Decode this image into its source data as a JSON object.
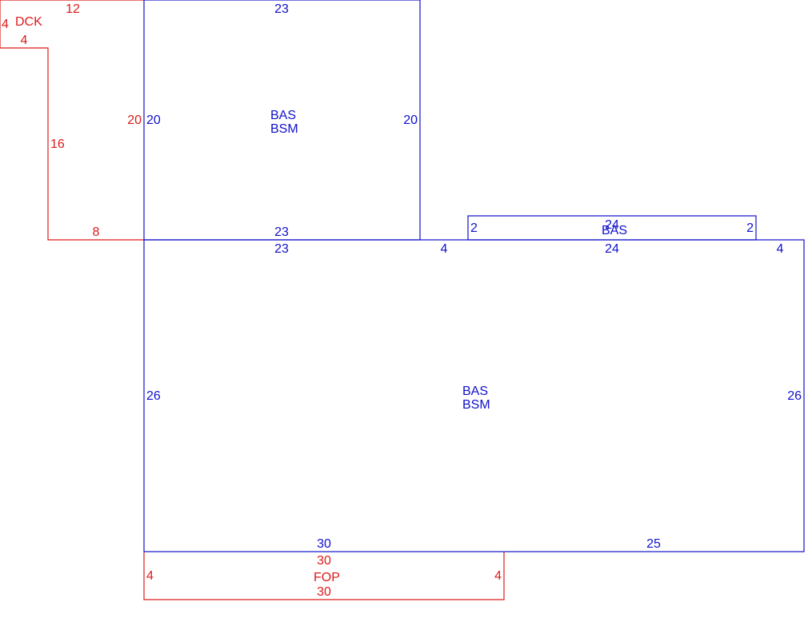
{
  "colors": {
    "living": "#1010cc",
    "outdoor": "#dd1a1a"
  },
  "areas": {
    "upper_left": {
      "line1": "BAS",
      "line2": "BSM"
    },
    "bump_out": {
      "label": "BAS"
    },
    "main": {
      "line1": "BAS",
      "line2": "BSM"
    },
    "deck": {
      "label": "DCK"
    },
    "porch": {
      "label": "FOP"
    }
  },
  "dimensions": {
    "upper_left_top": "23",
    "upper_left_left": "20",
    "upper_left_right": "20",
    "upper_left_bottom": "23",
    "bump_top": "24",
    "bump_left": "2",
    "bump_right": "2",
    "main_top_left": "23",
    "main_top_gap": "4",
    "main_top_mid": "24",
    "main_top_right": "4",
    "main_left": "26",
    "main_right": "26",
    "main_bottom_left": "30",
    "main_bottom_right": "25",
    "deck_top": "12",
    "deck_left_outer": "4",
    "deck_step": "4",
    "deck_left_inner": "16",
    "deck_right": "20",
    "deck_bottom": "8",
    "porch_top": "30",
    "porch_left": "4",
    "porch_right": "4",
    "porch_bottom": "30"
  }
}
